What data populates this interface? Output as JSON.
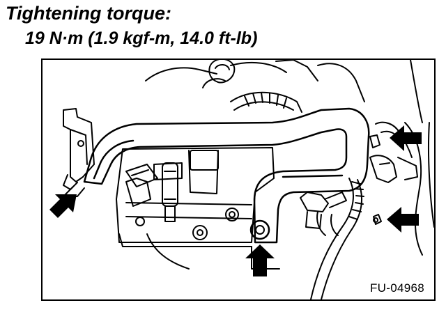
{
  "heading": {
    "label": "Tightening torque:",
    "value": "19 N·m (1.9 kgf-m, 14.0 ft-lb)"
  },
  "figure": {
    "code": "FU-04968"
  },
  "icons": {
    "arrow_upper_right": "black-arrow-pointing-left-icon",
    "arrow_lower_right": "black-arrow-pointing-left-icon",
    "arrow_bottom_center": "black-arrow-pointing-up-icon",
    "arrow_lower_left": "black-arrow-pointing-up-right-icon"
  },
  "colors": {
    "ink": "#000000",
    "paper": "#ffffff"
  }
}
